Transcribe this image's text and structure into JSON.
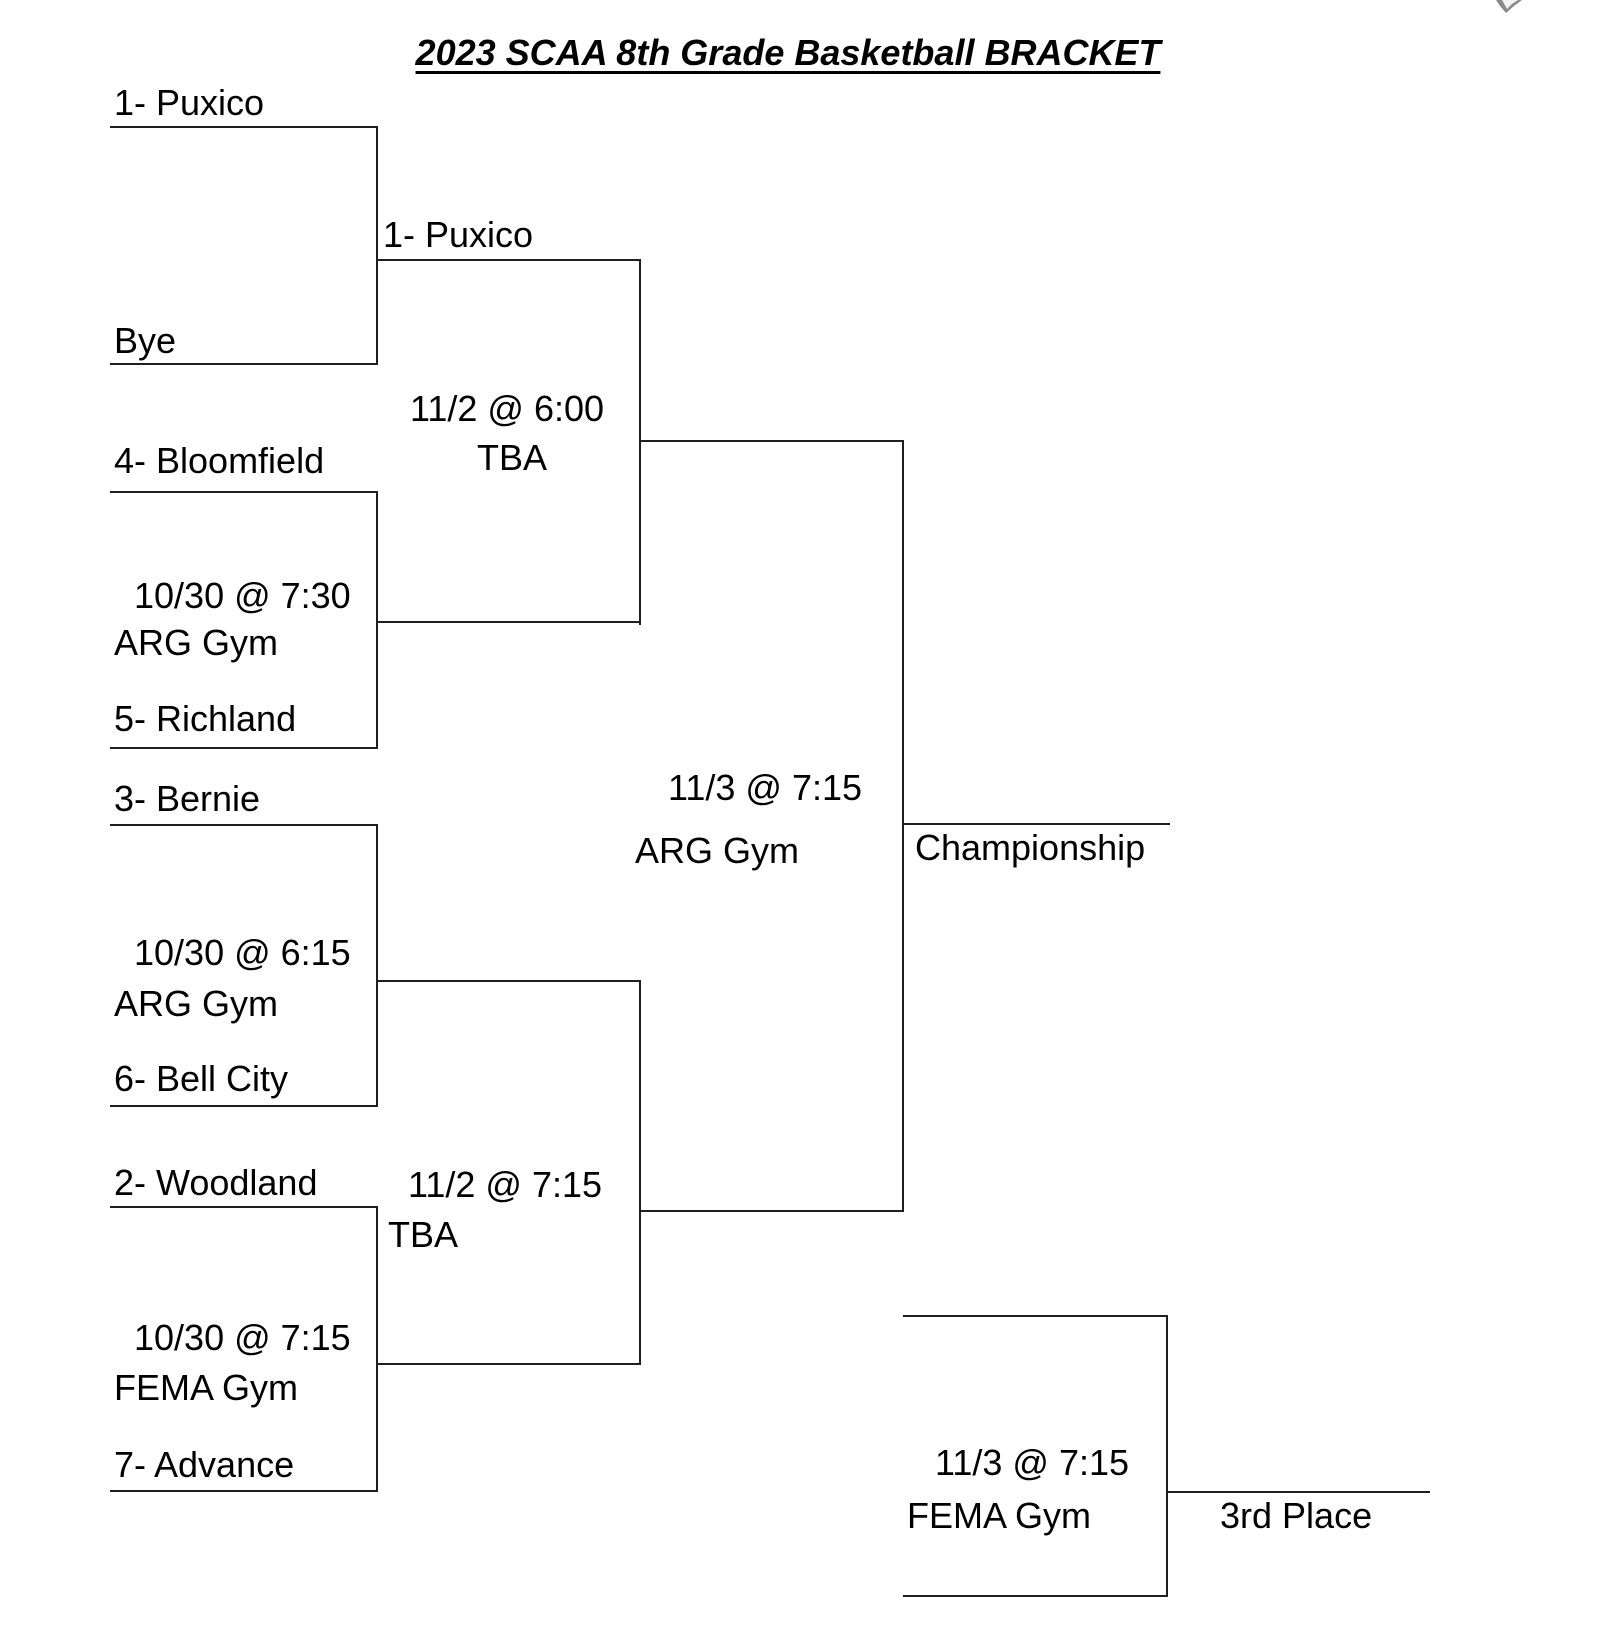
{
  "title": "2023 SCAA 8th Grade Basketball BRACKET",
  "round1": {
    "puxico": "1- Puxico",
    "bye": "Bye",
    "bloomfield": "4- Bloomfield",
    "richland": "5- Richland",
    "game1": {
      "date": "10/30 @ 7:30",
      "venue": "ARG Gym"
    },
    "bernie": "3- Bernie",
    "bellcity": "6- Bell City",
    "game2": {
      "date": "10/30 @ 6:15",
      "venue": "ARG Gym"
    },
    "woodland": "2- Woodland",
    "advance": "7- Advance",
    "game3": {
      "date": "10/30 @ 7:15",
      "venue": "FEMA Gym"
    }
  },
  "round2": {
    "winner1": "1- Puxico",
    "game1": {
      "date": "11/2 @ 6:00",
      "venue": "TBA"
    },
    "game2": {
      "date": "11/2 @ 7:15",
      "venue": "TBA"
    }
  },
  "championship": {
    "date": "11/3 @ 7:15",
    "venue": "ARG Gym",
    "label": "Championship"
  },
  "third_place": {
    "date": "11/3 @ 7:15",
    "venue": "FEMA Gym",
    "label": "3rd Place"
  }
}
